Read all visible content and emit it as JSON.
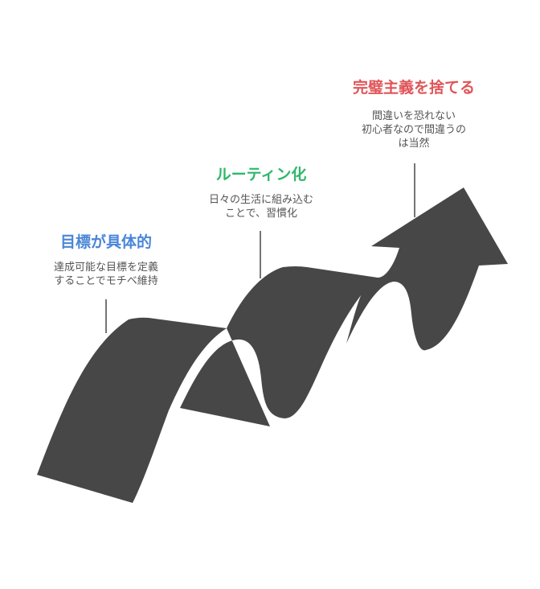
{
  "colors": {
    "ribbon": "#474747",
    "connector": "#474747",
    "step1": "#4a86d8",
    "step2": "#2fb86b",
    "step3": "#e05558",
    "description": "#555555"
  },
  "steps": [
    {
      "title": "目標が具体的",
      "lines": [
        "達成可能な目標を定義",
        "することでモチベ維持"
      ]
    },
    {
      "title": "ルーティン化",
      "lines": [
        "日々の生活に組み込む",
        "ことで、習慣化"
      ]
    },
    {
      "title": "完璧主義を捨てる",
      "lines": [
        "間違いを恐れない",
        "初心者なので間違うの",
        "は当然"
      ]
    }
  ]
}
